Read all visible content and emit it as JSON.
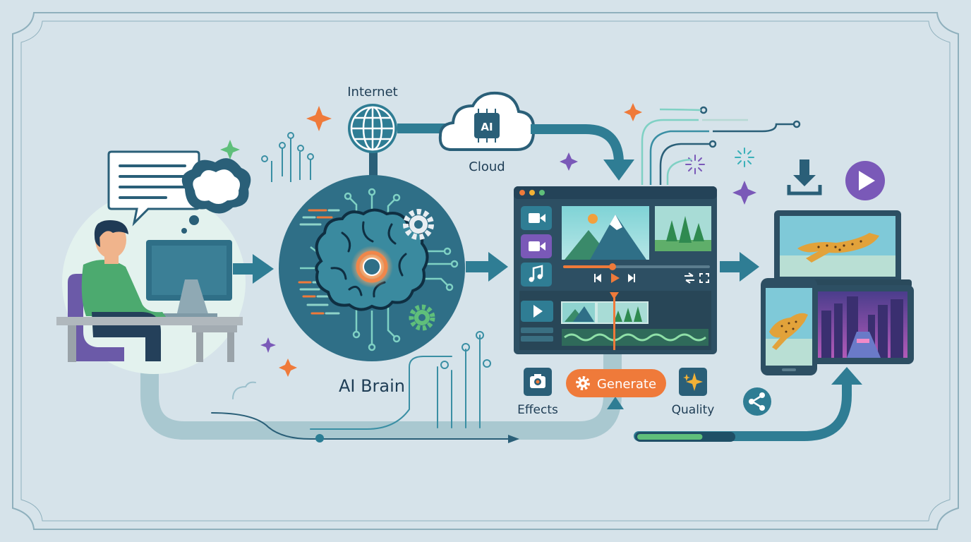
{
  "labels": {
    "internet": "Internet",
    "cloud": "Cloud",
    "ai_badge": "AI",
    "ai_brain": "AI Brain",
    "generate": "Generate",
    "effects": "Effects",
    "quality": "Quality"
  },
  "progress": {
    "fraction": 0.68
  },
  "colors": {
    "background": "#d6e3ea",
    "teal": "#2f7d94",
    "dark_teal": "#2a5f78",
    "orange": "#ef7a3a",
    "green": "#5fbf7a",
    "purple": "#7a59b8"
  },
  "icons": [
    "globe-icon",
    "cloud-ai-icon",
    "brain-chip-icon",
    "gear-icon",
    "video-camera-icon",
    "music-note-icon",
    "download-icon",
    "play-icon",
    "camera-icon",
    "sparkle-icon",
    "share-icon",
    "speech-bubble-icon",
    "thought-bubble-icon"
  ]
}
